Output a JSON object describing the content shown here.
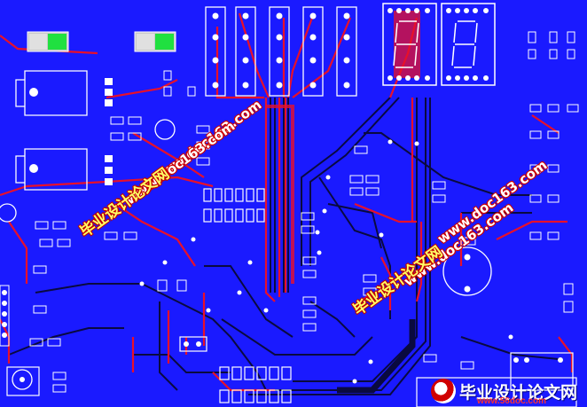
{
  "watermark": {
    "site_cn": "毕业设计论文网",
    "site_url": "www.doc163.com",
    "logo_text": "毕业设计论文网",
    "logo_url": "www.56doc.com"
  },
  "colors": {
    "board": "#1a1aff",
    "silkscreen": "#ffffff",
    "top_trace": "#e8102a",
    "bottom_trace": "#0a0a40",
    "led_green": "#20e040",
    "seven_segment_bg": "#e8102a"
  },
  "components": {
    "seven_segment_displays": 2,
    "relay_connectors": 5,
    "green_leds": 2
  }
}
